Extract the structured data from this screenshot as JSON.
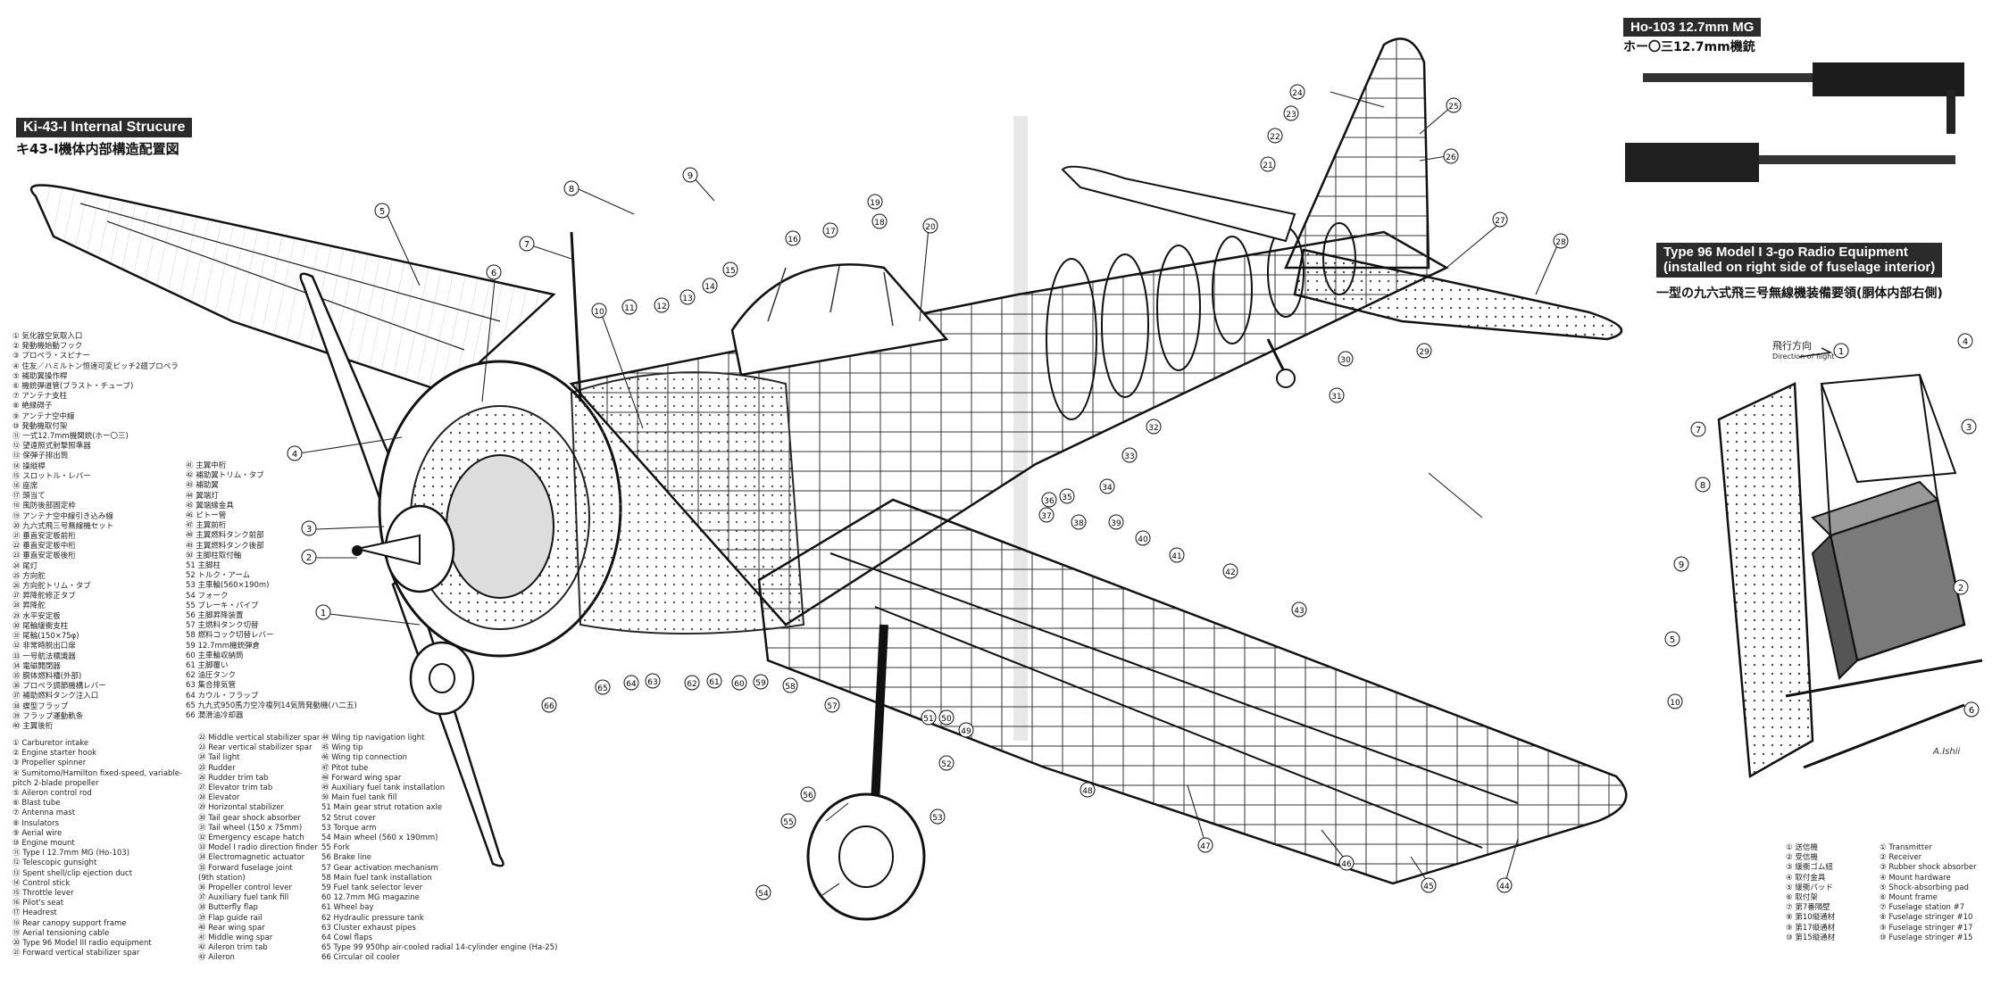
{
  "titles": {
    "internal_en": "Ki-43-I Internal Strucure",
    "internal_jp": "キ43-I機体内部構造配置図",
    "mg_en": "Ho-103 12.7mm MG",
    "mg_jp": "ホー〇三12.7mm機銃",
    "radio_en_1": "Type 96 Model I 3-go Radio Equipment",
    "radio_en_2": "(installed on right side of fuselage interior)",
    "radio_jp": "一型の九六式飛三号無線機装備要領(胴体内部右側)"
  },
  "flight_direction": {
    "jp": "飛行方向",
    "en": "Direction of flight"
  },
  "legend_jp_left": [
    "① 気化器空気取入口",
    "② 発動機始動フック",
    "③ プロペラ・スピナー",
    "④ 住友／ハミルトン恒速可変ピッチ2翅プロペラ",
    "⑤ 補助翼操作桿",
    "⑥ 機銃弾道管(ブラスト・チューブ)",
    "⑦ アンテナ支柱",
    "⑧ 絶縁碍子",
    "⑨ アンテナ空中線",
    "⑩ 発動機取付架",
    "⑪ 一式12.7mm機関銃(ホー〇三)",
    "⑫ 望遠照式射撃照準器",
    "⑬ 保弾子排出筒",
    "⑭ 操縦桿",
    "⑮ スロットル・レバー",
    "⑯ 座席",
    "⑰ 頭当て",
    "⑱ 風防後部固定枠",
    "⑲ アンテナ空中線引き込み線",
    "⑳ 九六式飛三号無線機セット",
    "㉑ 垂直安定板前桁",
    "㉒ 垂直安定板中桁",
    "㉓ 垂直安定板後桁",
    "㉔ 尾灯",
    "㉕ 方向舵",
    "㉖ 方向舵トリム・タブ",
    "㉗ 昇降舵修正タブ",
    "㉘ 昇降舵",
    "㉙ 水平安定板",
    "㉚ 尾輪緩衝支柱",
    "㉛ 尾輪(150×75φ)",
    "㉜ 非常時脱出口扉",
    "㉝ 一号航法標識器",
    "㉞ 電磁開閉器",
    "㉟ 胴体燃料槽(外部)",
    "㊱ プロペラ調節機構レバー",
    "㊲ 補助燃料タンク注入口",
    "㊳ 蝶型フラップ",
    "㊴ フラップ運動軌条",
    "㊵ 主翼後桁"
  ],
  "legend_jp_right": [
    "㊶ 主翼中桁",
    "㊷ 補助翼トリム・タブ",
    "㊸ 補助翼",
    "㊹ 翼端灯",
    "㊺ 翼端縁金具",
    "㊻ ピトー管",
    "㊼ 主翼前桁",
    "㊽ 主翼燃料タンク前部",
    "㊾ 主翼燃料タンク後部",
    "㊿ 主脚柱取付軸",
    "51 主脚柱",
    "52 トルク・アーム",
    "53 主車輪(560×190m)",
    "54 フォーク",
    "55 ブレーキ・パイプ",
    "56 主脚昇降装置",
    "57 主燃料タンク切替",
    "58 燃料コック切替レバー",
    "59 12.7mm機銃弾倉",
    "60 主車輪収納筒",
    "61 主脚覆い",
    "62 油圧タンク",
    "63 集合排気管",
    "64 カウル・フラップ",
    "65 九九式950馬力空冷複列14気筒発動機(ハ二五)",
    "66 潤滑油冷却器"
  ],
  "legend_en_col1": [
    "① Carburetor intake",
    "② Engine starter hook",
    "③ Propeller spinner",
    "④ Sumitomo/Hamilton fixed-speed, variable-",
    "   pitch 2-blade propeller",
    "⑤ Aileron control rod",
    "⑥ Blast tube",
    "⑦ Antenna mast",
    "⑧ Insulators",
    "⑨ Aerial wire",
    "⑩ Engine mount",
    "⑪ Type I 12.7mm MG (Ho-103)",
    "⑫ Telescopic gunsight",
    "⑬ Spent shell/clip ejection duct",
    "⑭ Control stick",
    "⑮ Throttle lever",
    "⑯ Pilot's seat",
    "⑰ Headrest",
    "⑱ Rear canopy support frame",
    "⑲ Aerial tensioning cable",
    "⑳ Type 96 Model III radio equipment",
    "㉑ Forward vertical stabilizer spar"
  ],
  "legend_en_col2": [
    "㉒ Middle vertical stabilizer spar",
    "㉓ Rear vertical stabilizer spar",
    "㉔ Tail light",
    "㉕ Rudder",
    "㉖ Rudder trim tab",
    "㉗ Elevator trim tab",
    "㉘ Elevator",
    "㉙ Horizontal stabilizer",
    "㉚ Tail gear shock absorber",
    "㉛ Tail wheel (150 x 75mm)",
    "㉜ Emergency escape hatch",
    "㉝ Model I radio direction finder",
    "㉞ Electromagnetic actuator",
    "㉟ Forward fuselage joint",
    "   (9th station)",
    "㊱ Propeller control lever",
    "㊲ Auxiliary fuel tank fill",
    "㊳ Butterfly flap",
    "㊴ Flap guide rail",
    "㊵ Rear wing spar",
    "㊶ Middle wing spar",
    "㊷ Aileron trim tab",
    "㊸ Aileron"
  ],
  "legend_en_col3": [
    "㊹ Wing tip navigation light",
    "㊺ Wing tip",
    "㊻ Wing tip connection",
    "㊼ Pitot tube",
    "㊽ Forward wing spar",
    "㊾ Auxiliary fuel tank installation",
    "㊿ Main fuel tank fill",
    "51 Main gear strut rotation axle",
    "52 Strut cover",
    "53 Torque arm",
    "54 Main wheel (560 x 190mm)",
    "55 Fork",
    "56 Brake line",
    "57 Gear activation mechanism",
    "58 Main fuel tank installation",
    "59 Fuel tank selector lever",
    "60 12.7mm MG magazine",
    "61 Wheel bay",
    "62 Hydraulic pressure tank",
    "63 Cluster exhaust pipes",
    "64 Cowl flaps",
    "65 Type 99 950hp air-cooled radial 14-cylinder engine (Ha-25)",
    "66 Circular oil cooler"
  ],
  "radio_legend_jp": [
    "① 送信機",
    "② 受信機",
    "③ 緩衝ゴム紐",
    "④ 取付金具",
    "⑤ 緩衝パッド",
    "⑥ 取付架",
    "⑦ 第7番隔壁",
    "⑧ 第10縦通材",
    "⑨ 第17縦通材",
    "⑩ 第15縦通材"
  ],
  "radio_legend_en": [
    "① Transmitter",
    "② Receiver",
    "③ Rubber shock absorber",
    "④ Mount hardware",
    "⑤ Shock-absorbing pad",
    "⑥ Mount frame",
    "⑦ Fuselage station #7",
    "⑧ Fuselage stringer #10",
    "⑨ Fuselage stringer #17",
    "⑩ Fuselage stringer #15"
  ],
  "callouts": [
    "1",
    "2",
    "3",
    "4",
    "5",
    "6",
    "7",
    "8",
    "9",
    "10",
    "11",
    "12",
    "13",
    "14",
    "15",
    "16",
    "17",
    "18",
    "19",
    "20",
    "21",
    "22",
    "23",
    "24",
    "25",
    "26",
    "27",
    "28",
    "29",
    "30",
    "31",
    "32",
    "33",
    "34",
    "35",
    "36",
    "37",
    "38",
    "39",
    "40",
    "41",
    "42",
    "43",
    "44",
    "45",
    "46",
    "47",
    "48",
    "49",
    "50",
    "51",
    "52",
    "53",
    "54",
    "55",
    "56",
    "57",
    "58",
    "59",
    "60",
    "61",
    "62",
    "63",
    "64",
    "65",
    "66"
  ],
  "radio_callouts": [
    "1",
    "2",
    "3",
    "4",
    "5",
    "6",
    "7",
    "8",
    "9",
    "10"
  ],
  "signature": "A.Ishii"
}
